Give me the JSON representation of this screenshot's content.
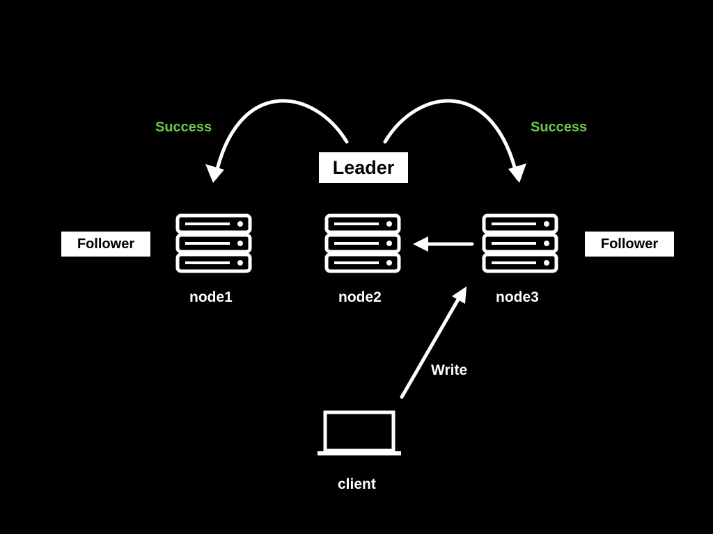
{
  "colors": {
    "background": "#000000",
    "foreground": "#ffffff",
    "success": "#6cc84d"
  },
  "leader": {
    "label": "Leader"
  },
  "followers": [
    {
      "label": "Follower"
    },
    {
      "label": "Follower"
    }
  ],
  "success_labels": [
    "Success",
    "Success"
  ],
  "nodes": [
    {
      "label": "node1",
      "icon": "server-icon"
    },
    {
      "label": "node2",
      "icon": "server-icon"
    },
    {
      "label": "node3",
      "icon": "server-icon"
    }
  ],
  "client": {
    "label": "client",
    "icon": "laptop-icon"
  },
  "write_label": "Write"
}
